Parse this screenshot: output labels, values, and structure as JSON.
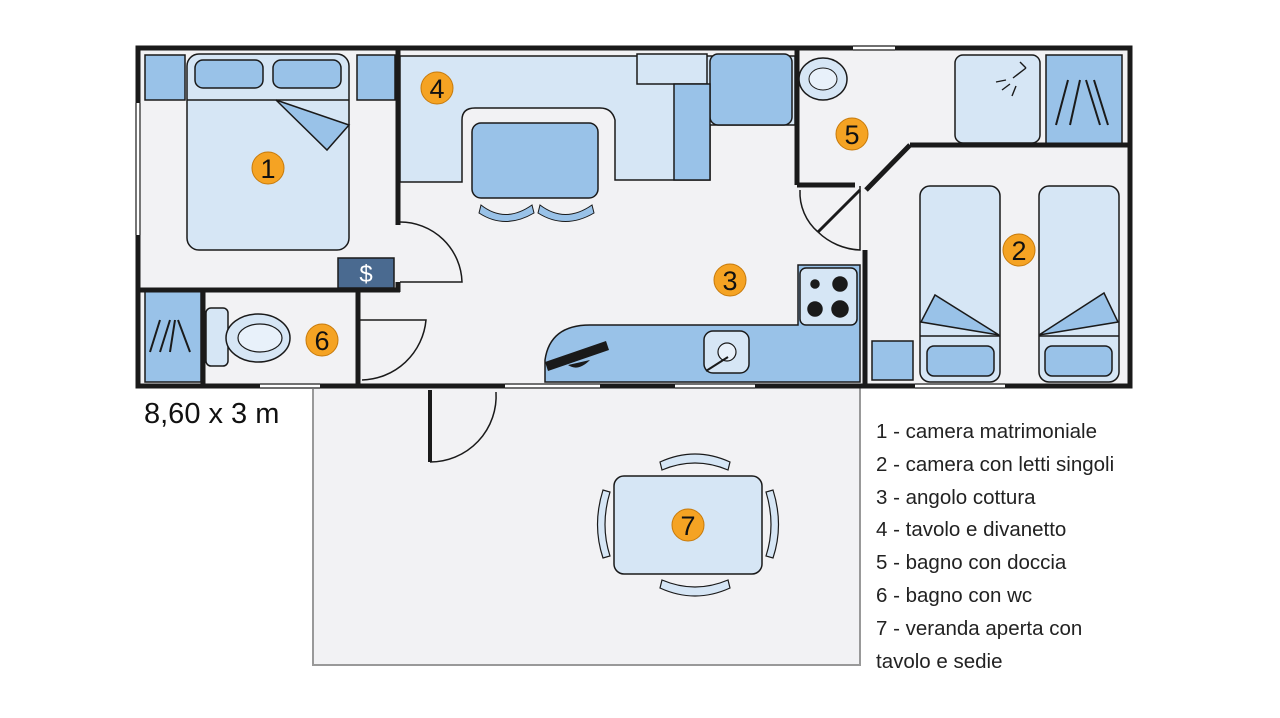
{
  "dimensions": "8,60 x 3 m",
  "legend": [
    "1 - camera matrimoniale",
    "2 - camera con letti singoli",
    "3 - angolo cottura",
    "4 - tavolo e divanetto",
    "5 - bagno con doccia",
    "6 - bagno con wc",
    "7 - veranda aperta con",
    "tavolo e sedie"
  ],
  "rooms": [
    "1",
    "2",
    "3",
    "4",
    "5",
    "6",
    "7"
  ],
  "safe_symbol": "$",
  "colors": {
    "wall": "#1a1a1a",
    "floor": "#f2f2f4",
    "furniture_light": "#d6e6f5",
    "furniture_mid": "#99c2e8",
    "badge": "#f5a323",
    "safe": "#4a6a90",
    "veranda_border": "#999999"
  }
}
